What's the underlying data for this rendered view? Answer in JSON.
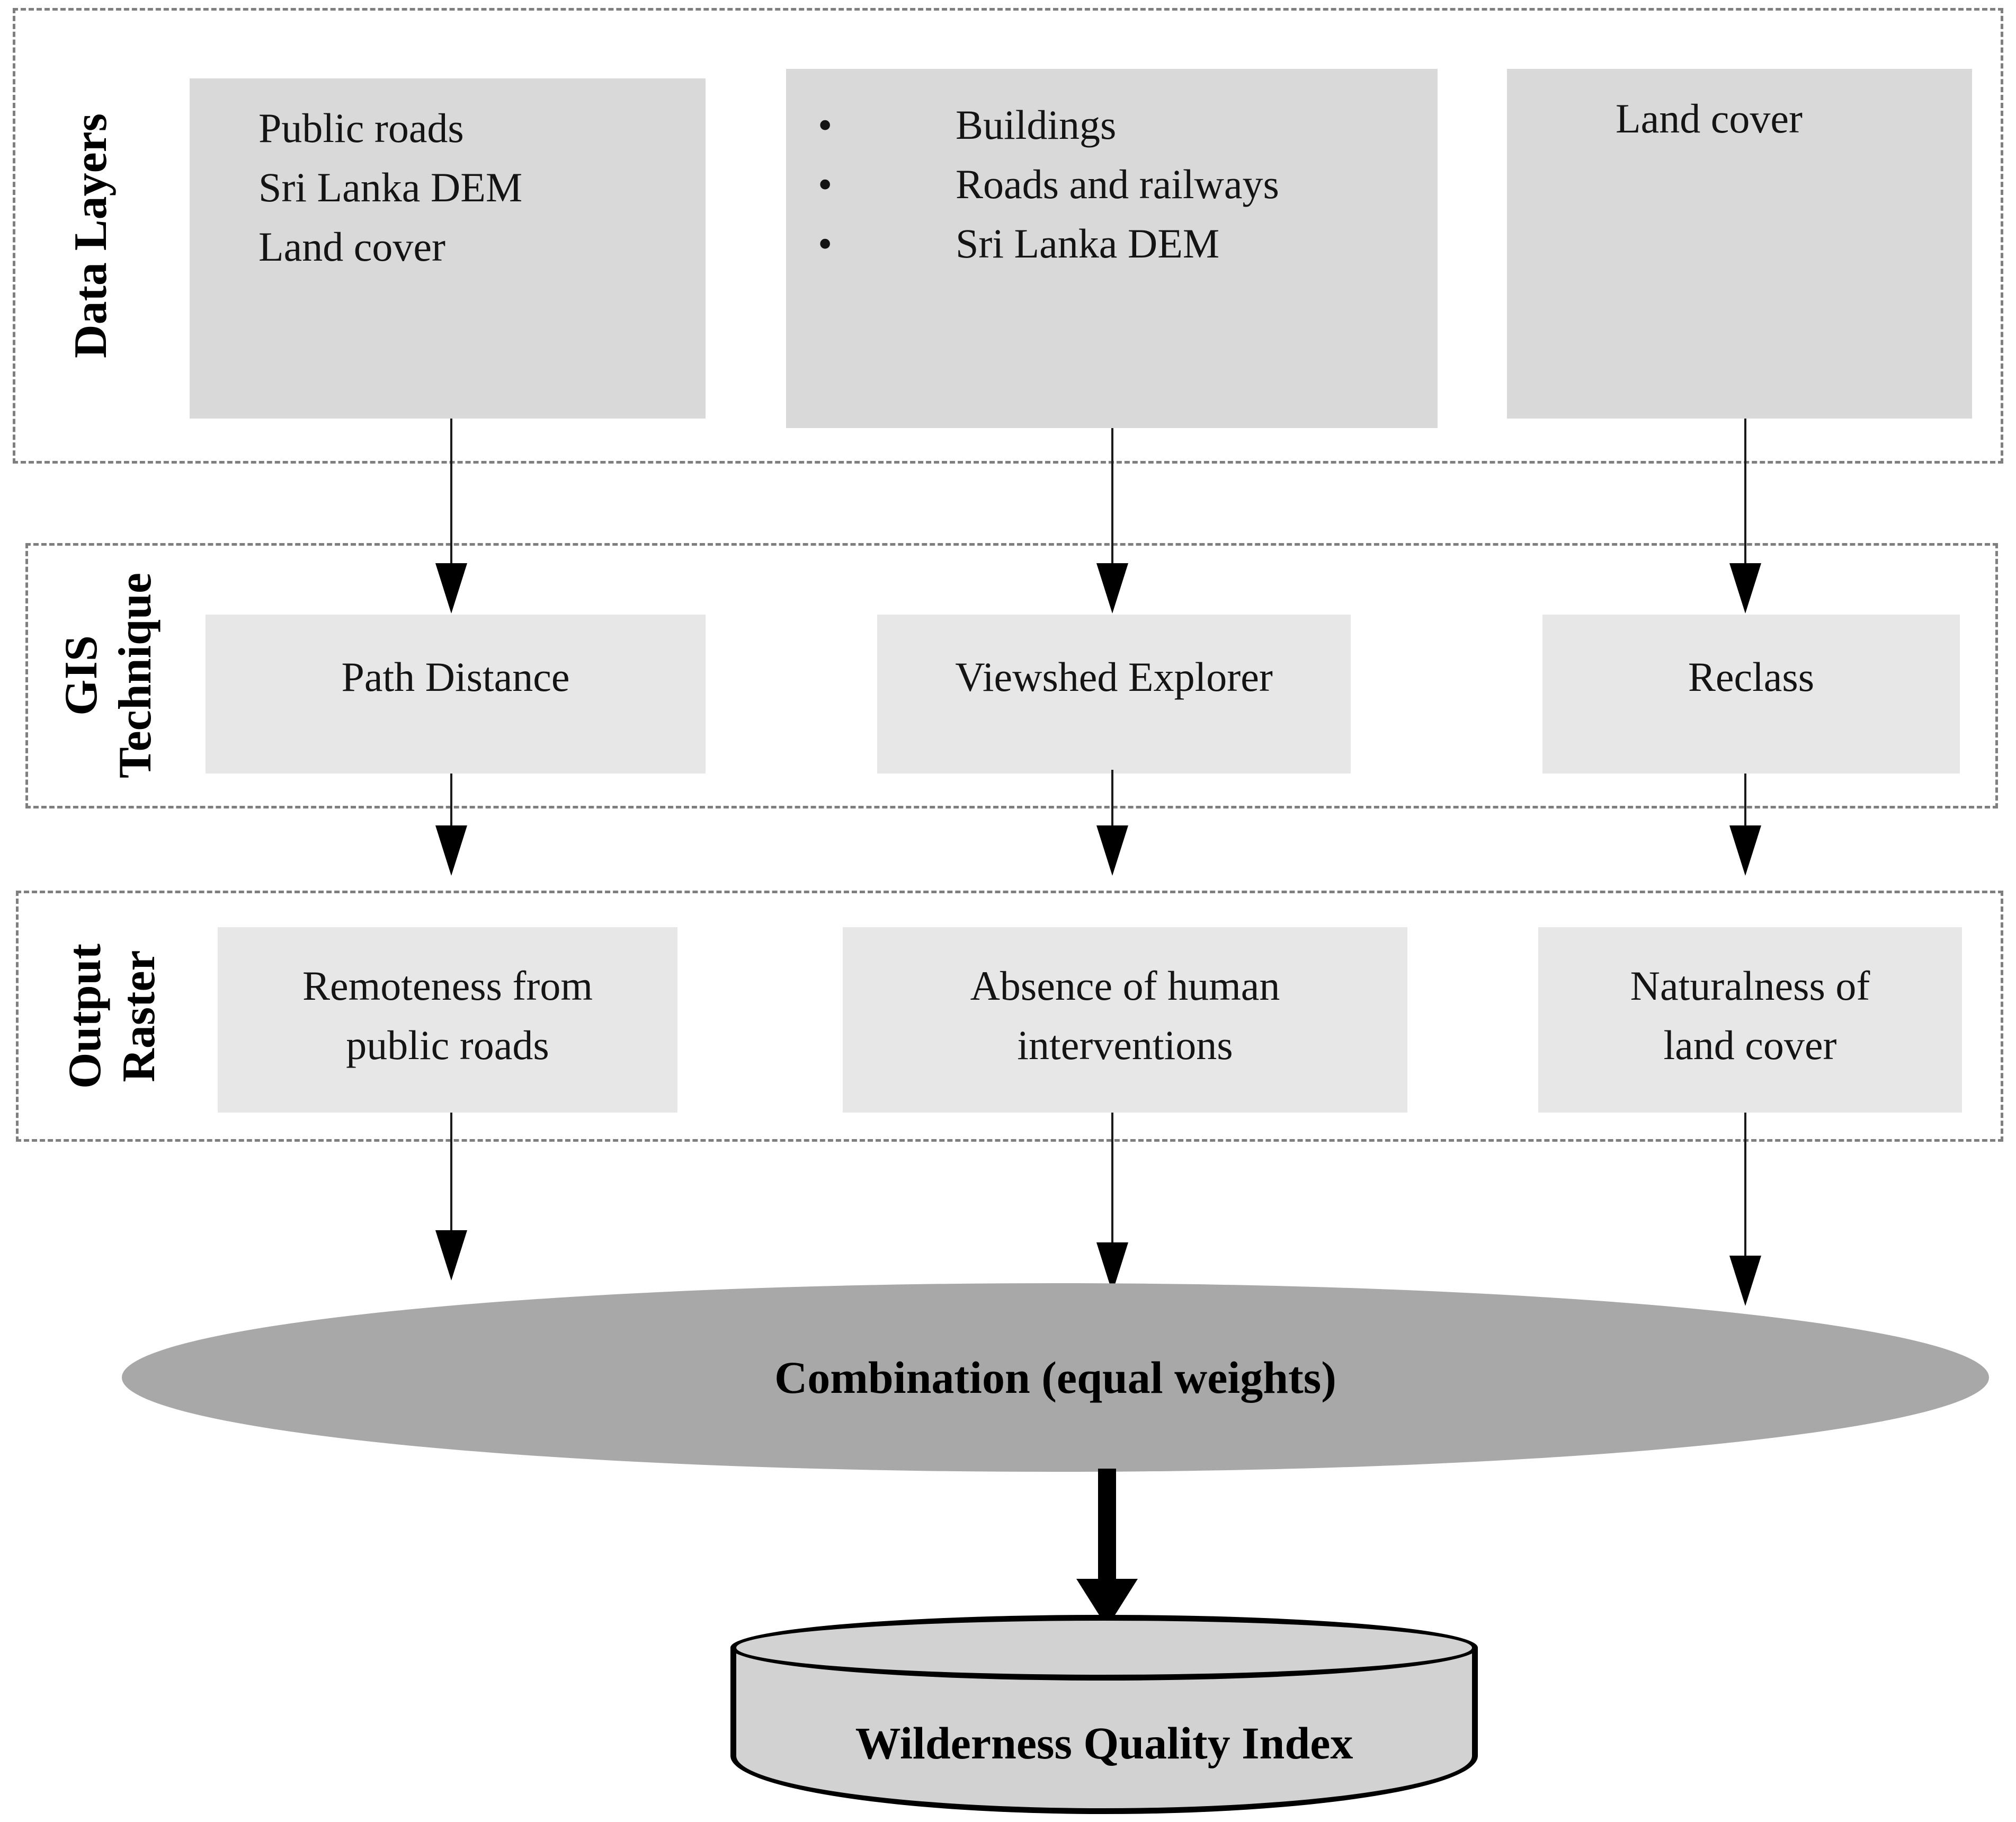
{
  "figure": {
    "bullet_char": "•",
    "rows": [
      {
        "label": "Data Layers",
        "label_lines": [
          "Data Layers"
        ],
        "boxes": [
          {
            "lines": [
              "Public roads",
              "Sri Lanka DEM",
              "Land cover"
            ],
            "bulleted": false
          },
          {
            "lines": [
              "Buildings",
              "Roads and railways",
              "Sri Lanka DEM"
            ],
            "bulleted": true
          },
          {
            "lines": [
              "Land cover"
            ],
            "bulleted": false
          }
        ]
      },
      {
        "label": "GIS Technique",
        "label_lines": [
          "GIS",
          "Technique"
        ],
        "boxes": [
          {
            "lines": [
              "Path Distance"
            ]
          },
          {
            "lines": [
              "Viewshed Explorer"
            ]
          },
          {
            "lines": [
              "Reclass"
            ]
          }
        ]
      },
      {
        "label": "Output Raster",
        "label_lines": [
          "Output",
          "Raster"
        ],
        "boxes": [
          {
            "lines": [
              "Remoteness from",
              "public roads"
            ]
          },
          {
            "lines": [
              "Absence of human",
              "interventions"
            ]
          },
          {
            "lines": [
              "Naturalness of",
              "land cover"
            ]
          }
        ]
      }
    ],
    "combination_label": "Combination (equal weights)",
    "result_label": "Wilderness Quality Index",
    "colors": {
      "data_box": "#d9d9d9",
      "process_box": "#e7e7e7",
      "ellipse": "#a8a8a8",
      "cylinder": "#d2d2d2",
      "dashed_border": "#7f7f7f",
      "arrow": "#000000",
      "background": "#ffffff"
    }
  }
}
